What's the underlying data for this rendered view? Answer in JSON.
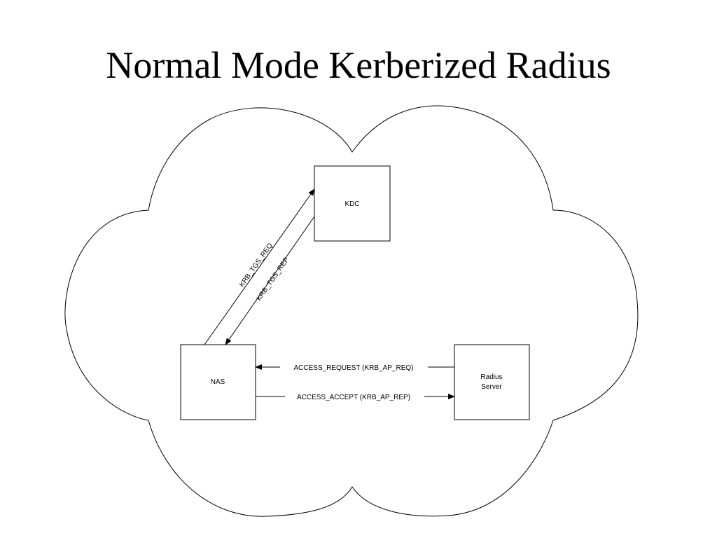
{
  "title": "Normal Mode Kerberized Radius",
  "nodes": {
    "kdc": "KDC",
    "nas": "NAS",
    "radius_line1": "Radius",
    "radius_line2": "Server"
  },
  "edges": {
    "tgs_req": "KRB_TGS_REQ",
    "tgs_rep": "KRB_TGS_REP",
    "access_request": "ACCESS_REQUEST (KRB_AP_REQ)",
    "access_accept": "ACCESS_ACCEPT (KRB_AP_REP)"
  },
  "colors": {
    "stroke": "#000000",
    "background": "#ffffff"
  }
}
